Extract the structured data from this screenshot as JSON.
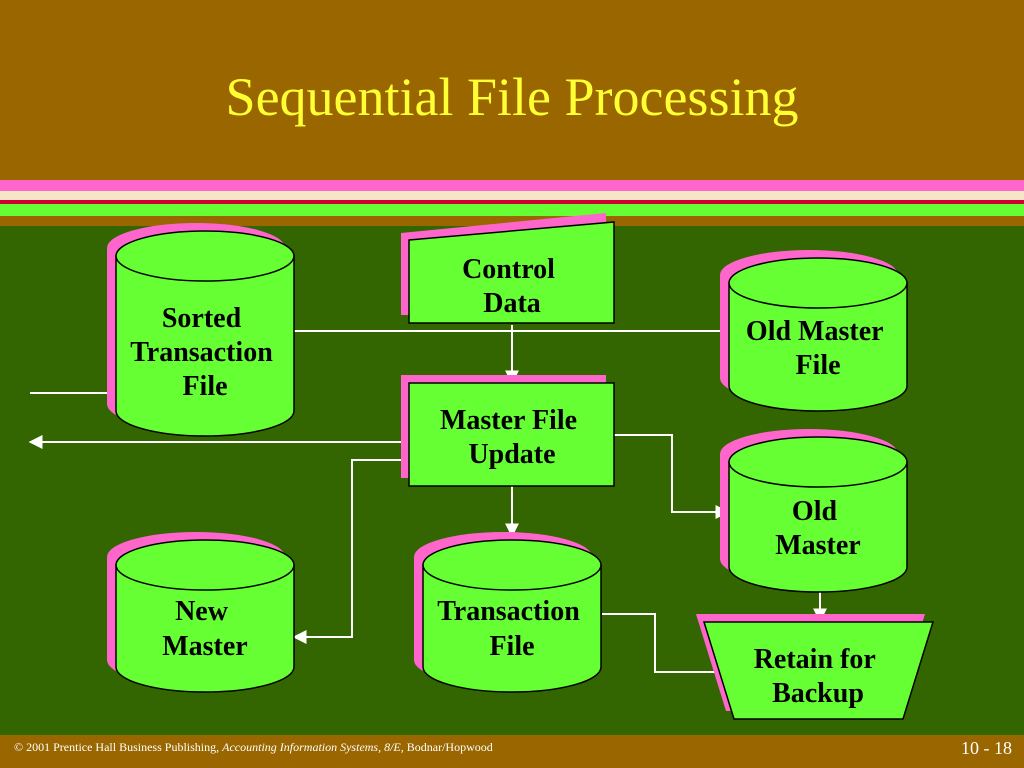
{
  "slide": {
    "title": "Sequential File Processing",
    "footer": {
      "prefix": "© 2001 Prentice Hall Business Publishing, ",
      "book": "Accounting Information Systems, 8/E",
      "suffix": ", Bodnar/Hopwood",
      "page": "10 - 18"
    }
  },
  "diagram": {
    "sorted_transaction_file": [
      "Sorted",
      "Transaction",
      "File"
    ],
    "control_data": [
      "Control",
      "Data"
    ],
    "old_master_file": [
      "Old Master",
      "File"
    ],
    "master_file_update": [
      "Master File",
      "Update"
    ],
    "old_master": [
      "Old",
      "Master"
    ],
    "new_master": [
      "New",
      "Master"
    ],
    "transaction_file": [
      "Transaction",
      "File"
    ],
    "retain_for_backup": [
      "Retain for",
      "Backup"
    ]
  },
  "colors": {
    "background": "#336600",
    "header": "#996600",
    "title": "#ffff33",
    "node_fill": "#66ff33",
    "shadow": "#ff66cc",
    "line": "#ffffff"
  }
}
